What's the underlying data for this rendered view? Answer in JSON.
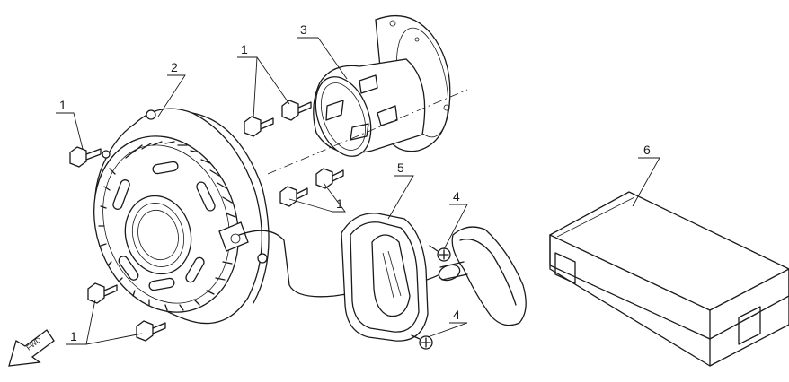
{
  "callouts": {
    "bolt_left": "1",
    "bolts_top": "1",
    "bolts_mid": "1",
    "bolts_bottom": "1",
    "cover": "2",
    "cup": "3",
    "screw_upper": "4",
    "screw_lower": "4",
    "handle_guide": "5",
    "box": "6"
  },
  "direction_marker": "FWD"
}
